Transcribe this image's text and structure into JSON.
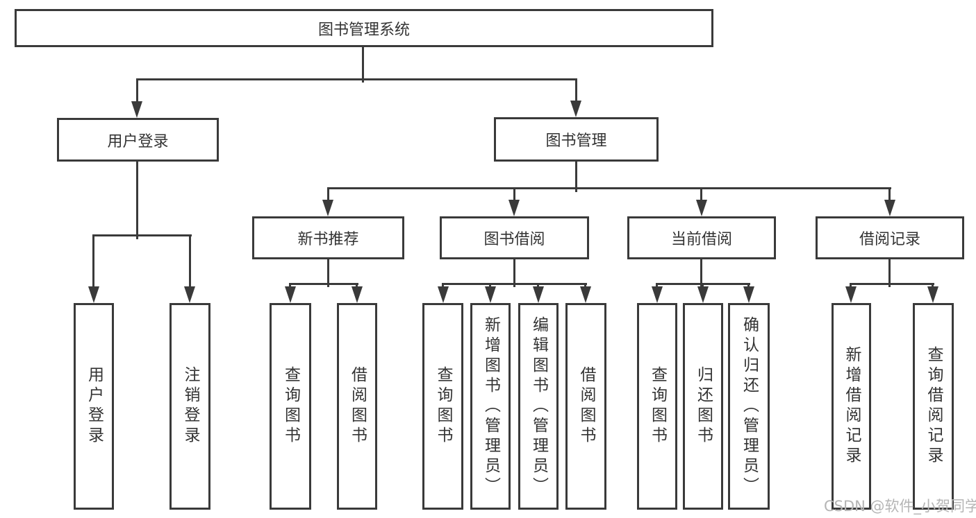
{
  "colors": {
    "line": "#3a3a3a",
    "text": "#333333",
    "background": "#ffffff",
    "watermark": "#b5b5b5"
  },
  "watermark": {
    "text": "CSDN @软件_小贺同学"
  },
  "tree": {
    "root": {
      "label": "图书管理系统",
      "children": [
        {
          "label": "用户登录",
          "children": [
            {
              "label": "用户登录"
            },
            {
              "label": "注销登录"
            }
          ]
        },
        {
          "label": "图书管理",
          "children": [
            {
              "label": "新书推荐",
              "children": [
                {
                  "label": "查询图书"
                },
                {
                  "label": "借阅图书"
                }
              ]
            },
            {
              "label": "图书借阅",
              "children": [
                {
                  "label": "查询图书"
                },
                {
                  "label": "新增图书（管理员）"
                },
                {
                  "label": "编辑图书（管理员）"
                },
                {
                  "label": "借阅图书"
                }
              ]
            },
            {
              "label": "当前借阅",
              "children": [
                {
                  "label": "查询图书"
                },
                {
                  "label": "归还图书"
                },
                {
                  "label": "确认归还（管理员）"
                }
              ]
            },
            {
              "label": "借阅记录",
              "children": [
                {
                  "label": "新增借阅记录"
                },
                {
                  "label": "查询借阅记录"
                }
              ]
            }
          ]
        }
      ]
    }
  }
}
